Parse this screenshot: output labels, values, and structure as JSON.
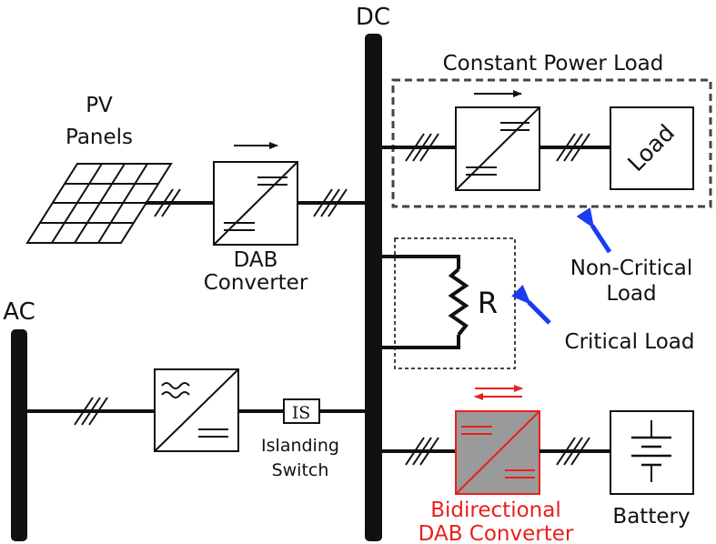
{
  "labels": {
    "dc": "DC",
    "ac": "AC",
    "pv_line1": "PV",
    "pv_line2": "Panels",
    "dab_line1": "DAB",
    "dab_line2": "Converter",
    "constant_power_load": "Constant Power Load",
    "load": "Load",
    "resistor": "R",
    "non_critical_line1": "Non-Critical",
    "non_critical_line2": "Load",
    "critical_load": "Critical Load",
    "is_box": "IS",
    "islanding_line1": "Islanding",
    "islanding_line2": "Switch",
    "bidirectional_line1": "Bidirectional",
    "bidirectional_line2": "DAB Converter",
    "battery": "Battery"
  },
  "colors": {
    "wire": "#111111",
    "annotation_arrow": "#1a3cf0",
    "bidirectional": "#e8201c",
    "bidirectional_fill": "#9a9a9a"
  }
}
